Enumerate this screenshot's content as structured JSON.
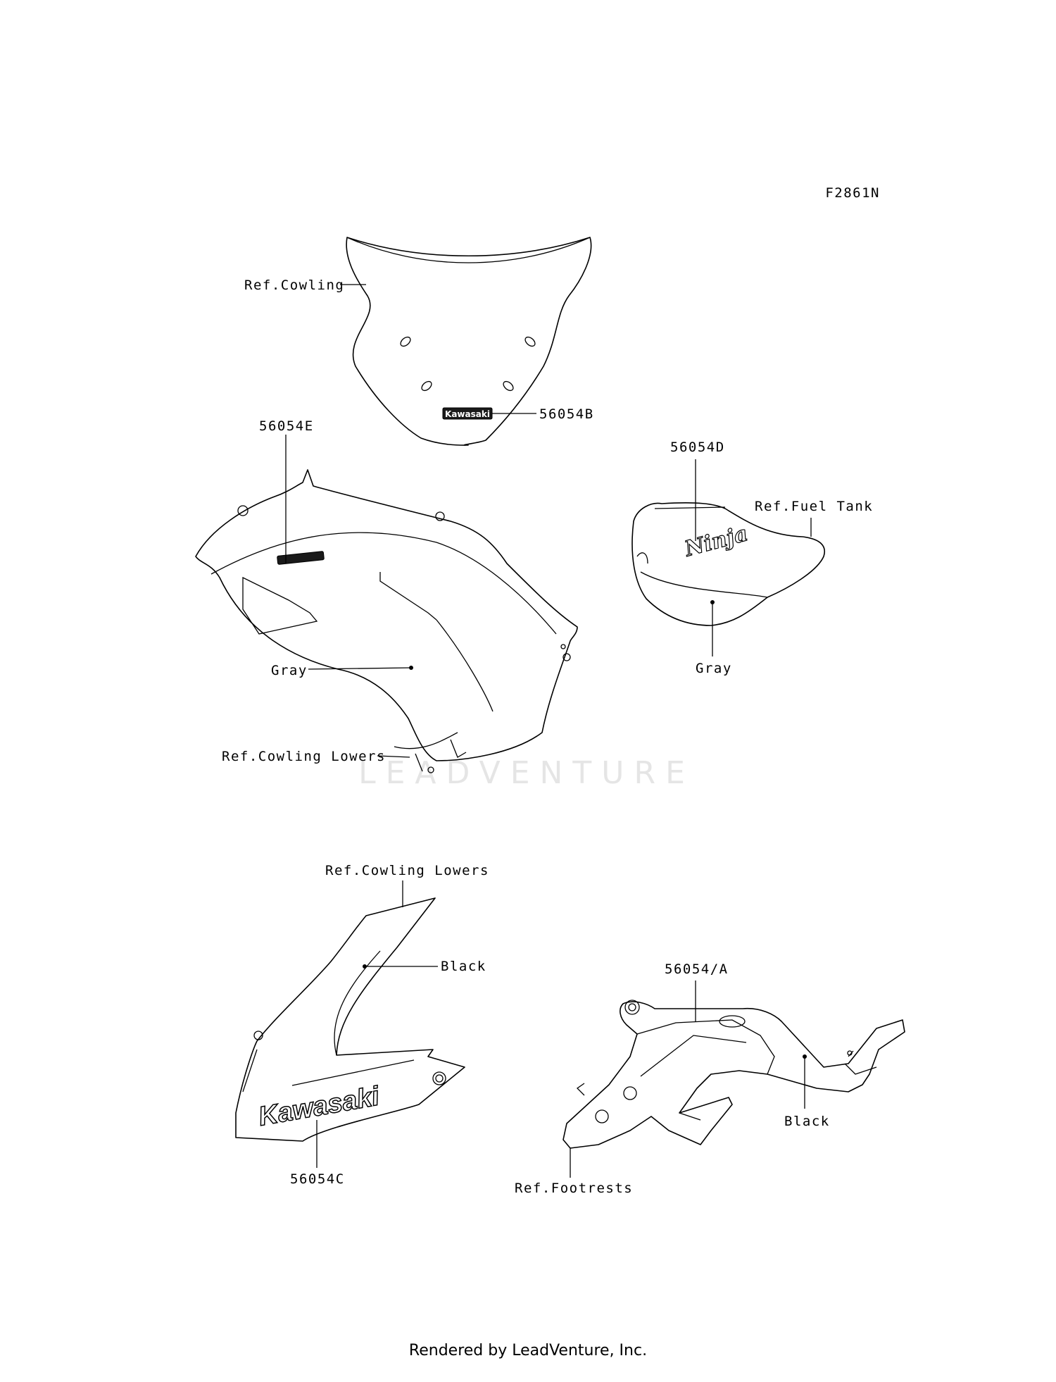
{
  "figure_code": "F2861N",
  "labels": {
    "ref_cowling": "Ref.Cowling",
    "part_56054b": "56054B",
    "part_56054e": "56054E",
    "part_56054d": "56054D",
    "ref_fuel_tank": "Ref.Fuel Tank",
    "gray_fuel_tank": "Gray",
    "gray_cowling": "Gray",
    "ref_cowling_lowers_1": "Ref.Cowling Lowers",
    "ref_cowling_lowers_2": "Ref.Cowling Lowers",
    "black_lower": "Black",
    "part_56054c": "56054C",
    "part_56054a": "56054/A",
    "black_frame": "Black",
    "ref_footrests": "Ref.Footrests"
  },
  "decal_text": {
    "windshield_logo": "Kawasaki",
    "lower_logo": "Kawasaki",
    "tank_logo": "Ninja"
  },
  "watermark": "LEADVENTURE",
  "footer": "Rendered by LeadVenture, Inc."
}
